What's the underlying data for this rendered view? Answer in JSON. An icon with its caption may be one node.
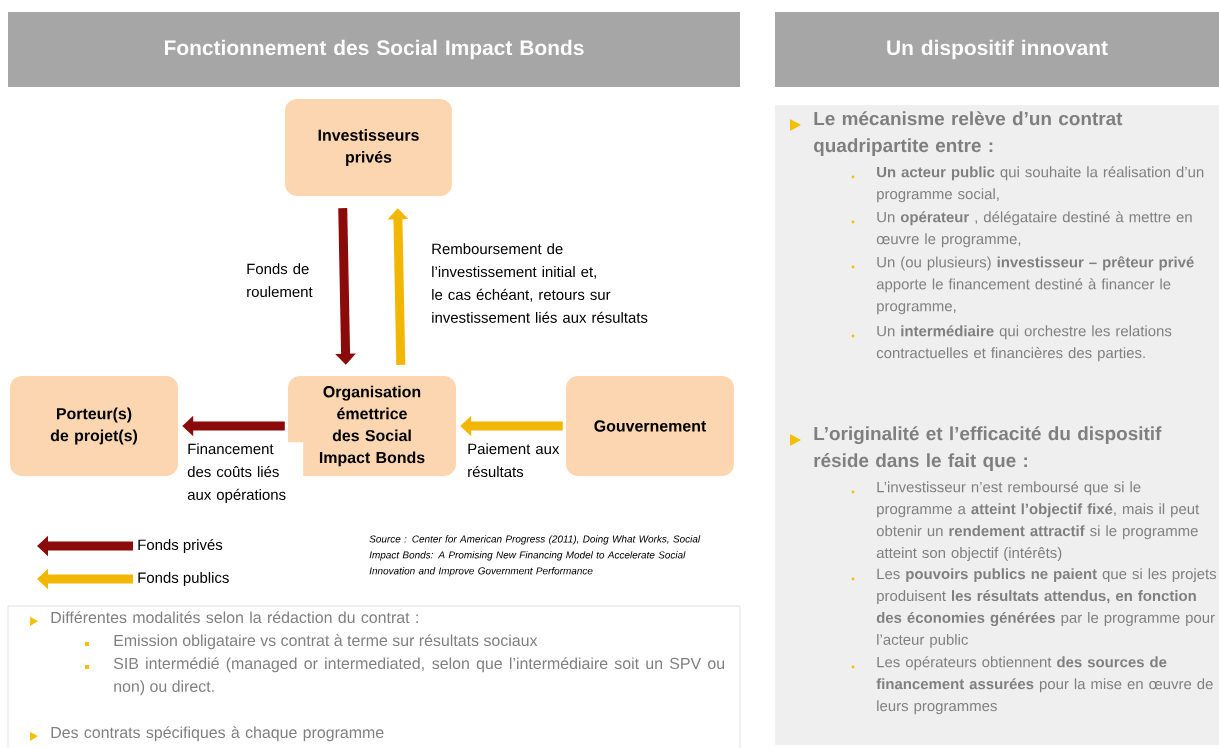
{
  "diagram": {
    "nodes": [
      {
        "text": [
          "Fonctionnement des Social Impact Bonds"
        ]
      },
      {
        "text": [
          "Un dispositif innovant"
        ]
      },
      {
        "text": [
          "Investisseurs privés"
        ]
      },
      {
        "text": [
          "Organisation émettrice des Social Impact Bonds"
        ]
      },
      {
        "text": [
          "Porteur(s) de projet(s)"
        ]
      },
      {
        "text": [
          "Gouvernement"
        ]
      },
      {
        "text": [
          "Différentes modalités selon la rédaction du contrat :",
          "Emission obligataire vs contrat à terme sur résultats sociaux",
          "SIB intermédié (managed or intermediated, selon que l’intermédiaire soit un SPV ou non) ou direct.",
          "Des contrats spécifiques à chaque programme"
        ]
      },
      {
        "text": [
          "Le mécanisme relève d’un contrat quadripartite entre :",
          "**Un acteur public** qui souhaite la réalisation d’un programme social,",
          "Un **opérateur** , délégataire destiné à mettre en œuvre le programme,",
          "Un (ou plusieurs) **investisseur – prêteur privé** apporte le financement destiné à financer le programme,",
          "Un **intermédiaire** qui orchestre les relations contractuelles et financières des parties.",
          "L’originalité et l’efficacité du dispositif réside dans le fait que :",
          "L’investisseur n’est remboursé que si le programme a **atteint l’objectif fixé**, mais il peut obtenir un **rendement attractif** si le programme atteint son objectif (intérêts)",
          "Les **pouvoirs publics ne paient** que si les projets produisent **les résultats attendus, en fonction des économies générées** par le programme pour l’acteur public",
          "Les opérateurs obtiennent **des sources de financement assurées** pour la mise en œuvre de leurs programmes"
        ]
      }
    ],
    "edges": [
      {
        "from": 2,
        "to": 3,
        "arrow": "to",
        "label": "Fonds de roulement",
        "color": "#8b0b0b"
      },
      {
        "from": 3,
        "to": 2,
        "arrow": "to",
        "label": "Remboursement de l’investissement initial et, le cas échéant, retours sur investissement liés aux résultats",
        "color": "#f2b705"
      },
      {
        "from": 3,
        "to": 4,
        "arrow": "to",
        "label": "Financement des coûts liés aux opérations",
        "color": "#8b0b0b"
      },
      {
        "from": 5,
        "to": 3,
        "arrow": "to",
        "label": "Paiement aux résultats",
        "color": "#f2b705"
      }
    ],
    "labels": [
      "Source : Center for American Progress (2011), Doing What Works, Social Impact Bonds: A Promising New Financing Model to Accelerate Social Innovation and Improve Government Performance"
    ],
    "legend": [
      {
        "text": "Fonds privés",
        "color": "#8b0b0b"
      },
      {
        "text": "Fonds publics",
        "color": "#f2b705"
      }
    ]
  }
}
